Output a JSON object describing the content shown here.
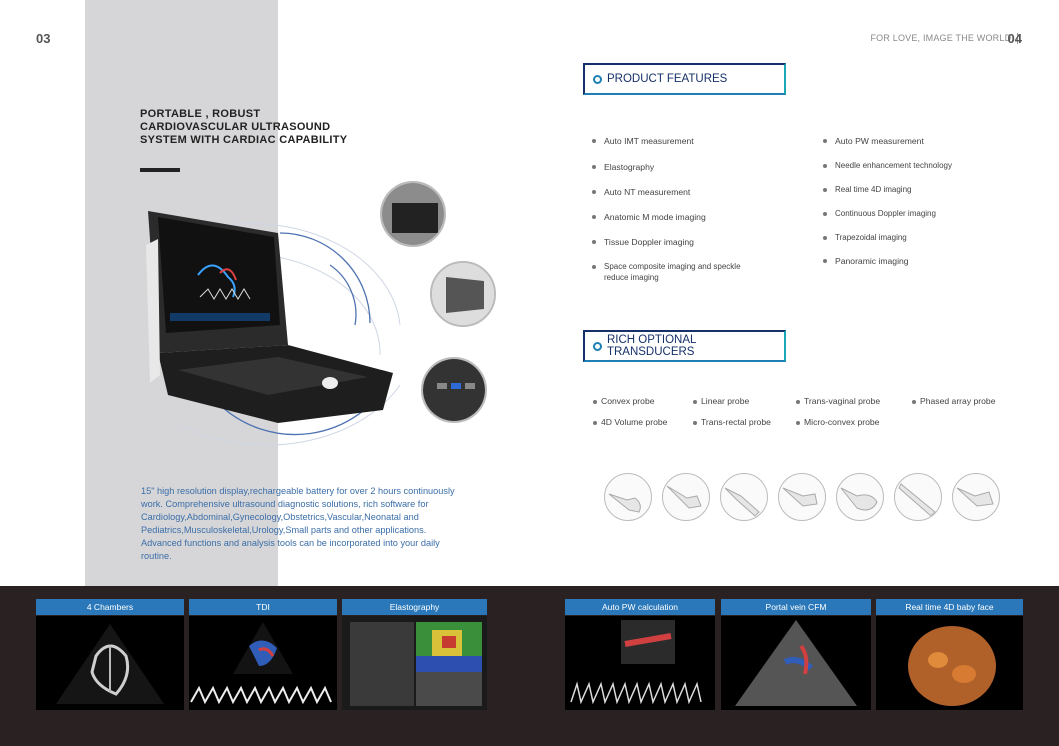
{
  "left_page": {
    "number": "03",
    "headline": "PORTABLE , ROBUST CARDIOVASCULAR ULTRASOUND SYSTEM WITH CARDIAC CAPABILITY",
    "intro": "15\" high resolution display,rechargeable battery for over 2 hours continuously work. Comprehensive ultrasound diagnostic solutions, rich software for Cardiology,Abdominal,Gynecology,Obstetrics,Vascular,Neonatal and Pediatrics,Musculoskeletal,Urology,Small parts and other applications. Advanced functions and analysis tools can be incorporated into your daily routine."
  },
  "right_page": {
    "tagline": "FOR LOVE, IMAGE THE WORLD.",
    "number": "04",
    "product_features": {
      "title": "PRODUCT  FEATURES",
      "col1": [
        "Auto IMT measurement",
        "Elastography",
        "Auto NT measurement",
        "Anatomic M mode imaging",
        "Tissue Doppler imaging",
        "Space composite imaging and speckle reduce imaging"
      ],
      "col2": [
        "Auto PW measurement",
        "Needle enhancement technology",
        "Real time 4D imaging",
        "Continuous Doppler imaging",
        "Trapezoidal imaging",
        "Panoramic imaging"
      ]
    },
    "transducers": {
      "title": "RICH OPTIONAL TRANSDUCERS",
      "row1": [
        "Convex probe",
        "Linear probe",
        "Trans-vaginal probe",
        "Phased array probe"
      ],
      "row2": [
        "4D Volume probe",
        "Trans-rectal probe",
        "Micro-convex probe"
      ]
    }
  },
  "gallery": [
    "4 Chambers",
    "TDI",
    "Elastography",
    "Auto PW calculation",
    "Portal vein CFM",
    "Real time 4D baby face"
  ],
  "colors": {
    "accent_blue": "#2a78b9",
    "navy": "#16306a",
    "teal": "#1aa7b7",
    "dark_band": "#2a2123"
  }
}
